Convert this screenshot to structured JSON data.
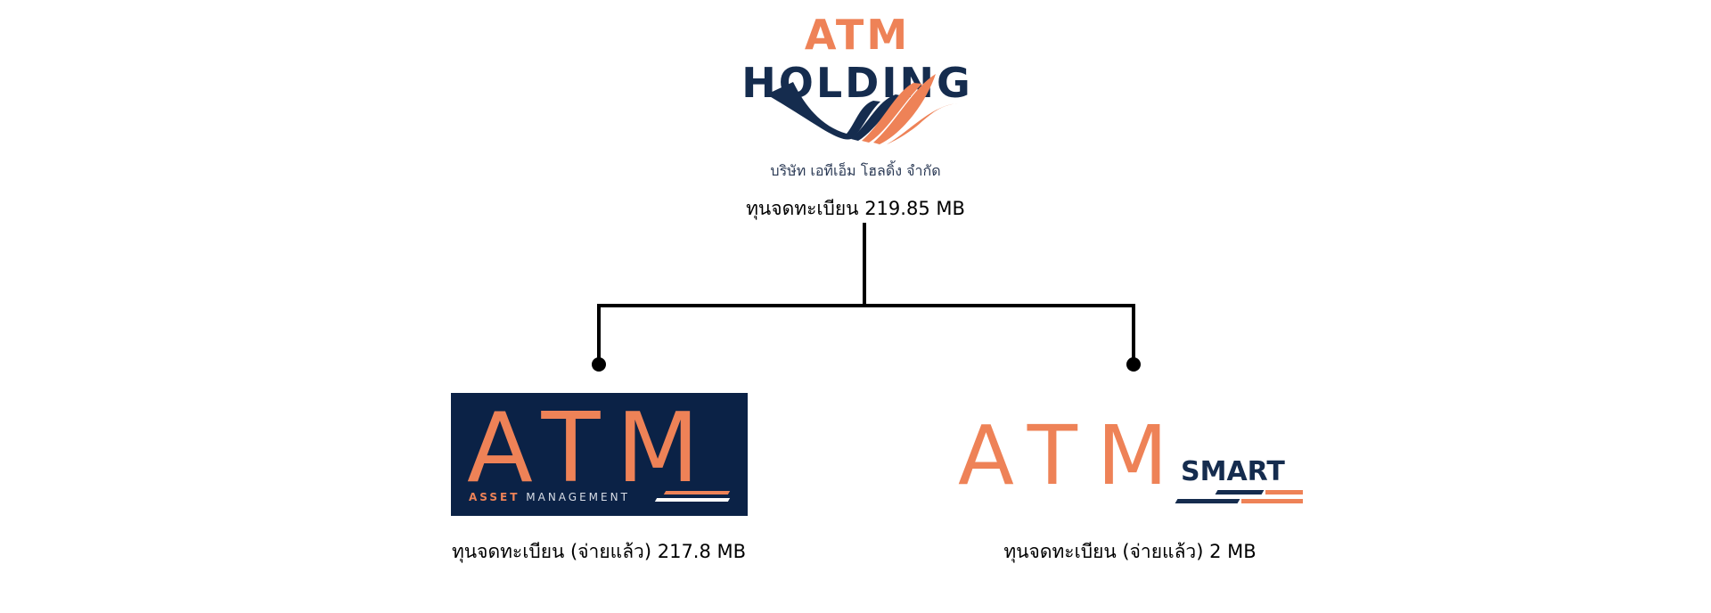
{
  "holding": {
    "logo_text_accent": "ATM",
    "logo_text_rest": " HOLDING",
    "thai_name": "บริษัท เอทีเอ็ม โฮลดิ้ง จำกัด",
    "capital": "ทุนจดทะเบียน 219.85 MB"
  },
  "subsidiaries": [
    {
      "logo_text": "ATM",
      "logo_subtitle_accent": "ASSET",
      "logo_subtitle_rest": "MANAGEMENT",
      "capital": "ทุนจดทะเบียน (จ่ายแล้ว) 217.8 MB"
    },
    {
      "logo_text": "ATM",
      "logo_subtitle": "SMART",
      "capital": "ทุนจดทะเบียน (จ่ายแล้ว) 2 MB"
    }
  ],
  "colors": {
    "navy": "#0b2246",
    "orange": "#ee8257"
  }
}
